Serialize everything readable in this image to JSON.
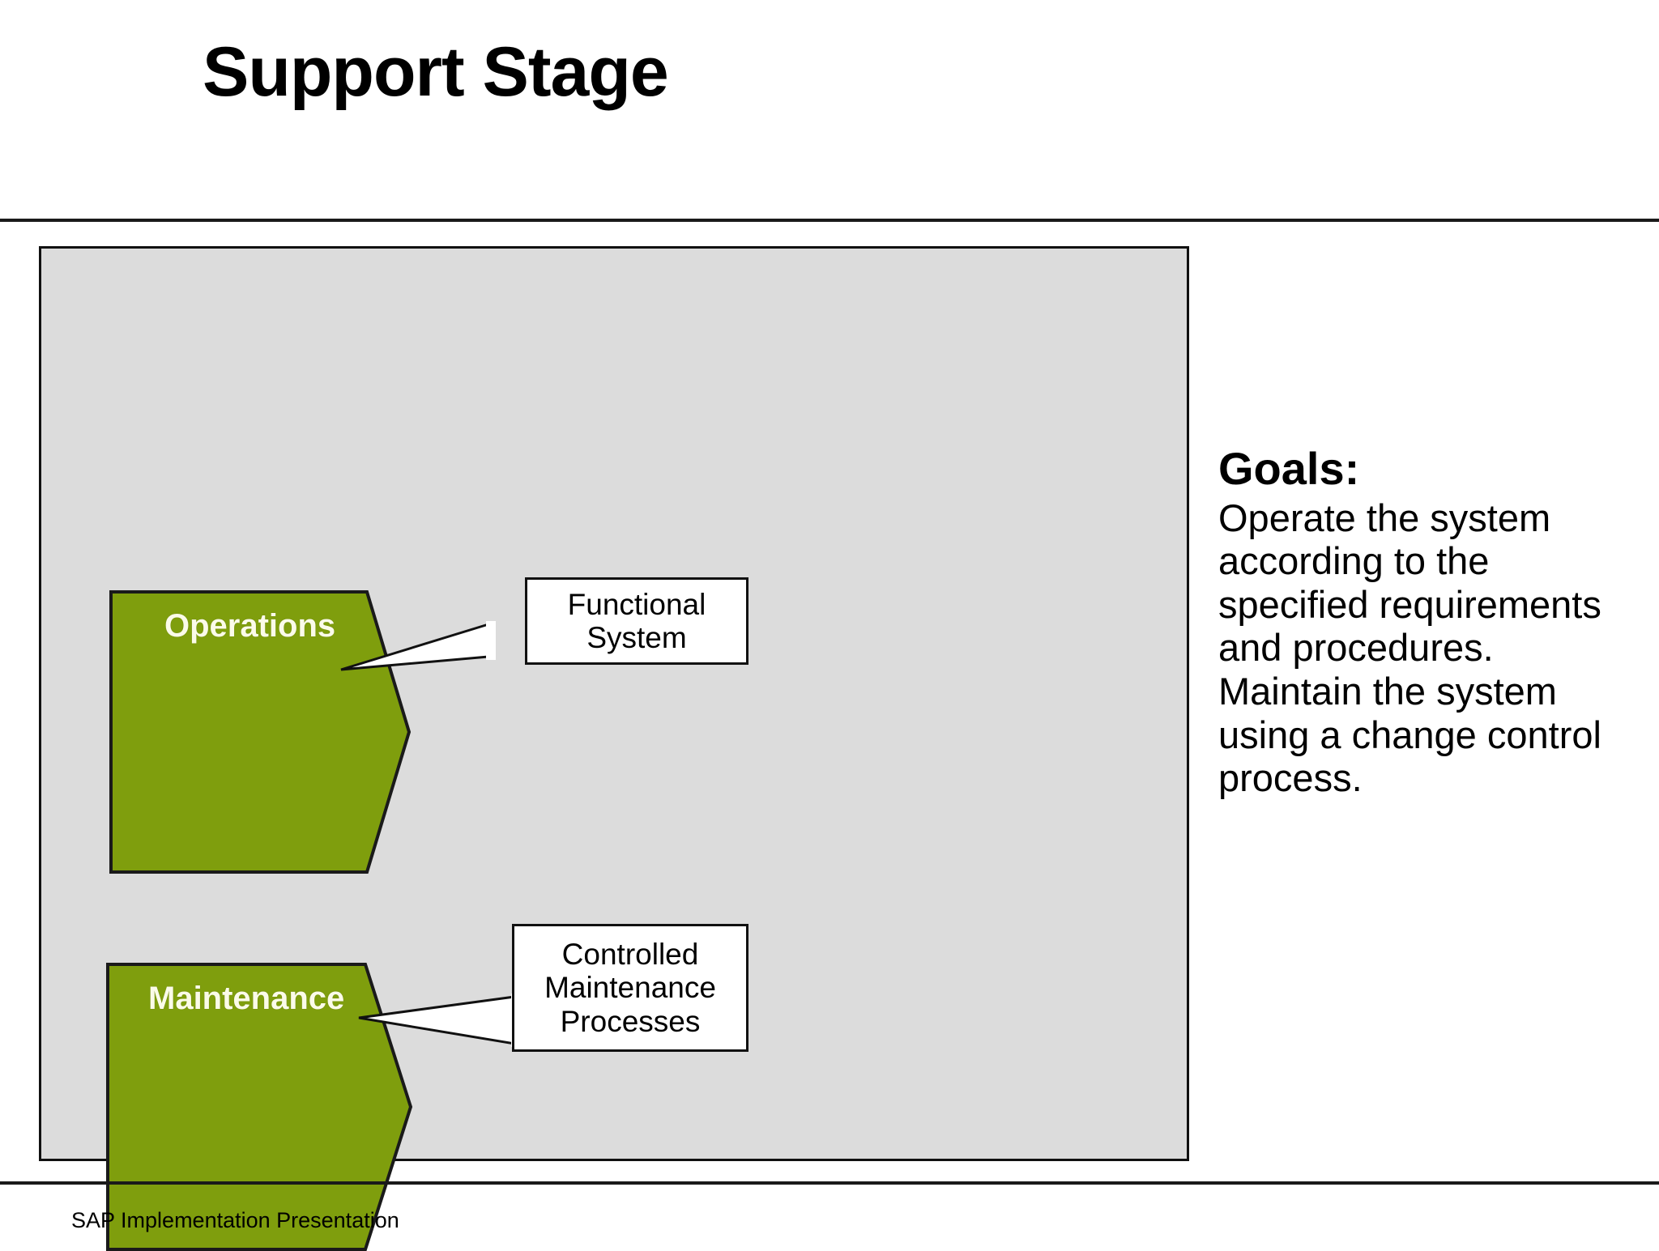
{
  "slide": {
    "title": "Support Stage",
    "footer": "SAP Implementation Presentation"
  },
  "panel": {
    "background_color": "#dcdcdc",
    "border_color": "#111111"
  },
  "theme": {
    "chevron_fill": "#7f9e0d",
    "chevron_stroke": "#1a1a1a",
    "chevron_label_color": "#fbfbe9",
    "callout_fill": "#ffffff",
    "callout_stroke": "#111111",
    "text_color": "#000000"
  },
  "stages": [
    {
      "id": "operations",
      "label": "Operations",
      "callout": {
        "id": "functional-system",
        "lines": [
          "Functional",
          "System"
        ],
        "text": "Functional System"
      }
    },
    {
      "id": "maintenance",
      "label": "Maintenance",
      "callout": {
        "id": "controlled-maintenance-processes",
        "lines": [
          "Controlled",
          "Maintenance",
          "Processes"
        ],
        "text": "Controlled Maintenance Processes"
      }
    }
  ],
  "goals": {
    "heading": "Goals:",
    "body": "Operate the system according to the specified requirements and procedures. Maintain the system using a change control process."
  }
}
